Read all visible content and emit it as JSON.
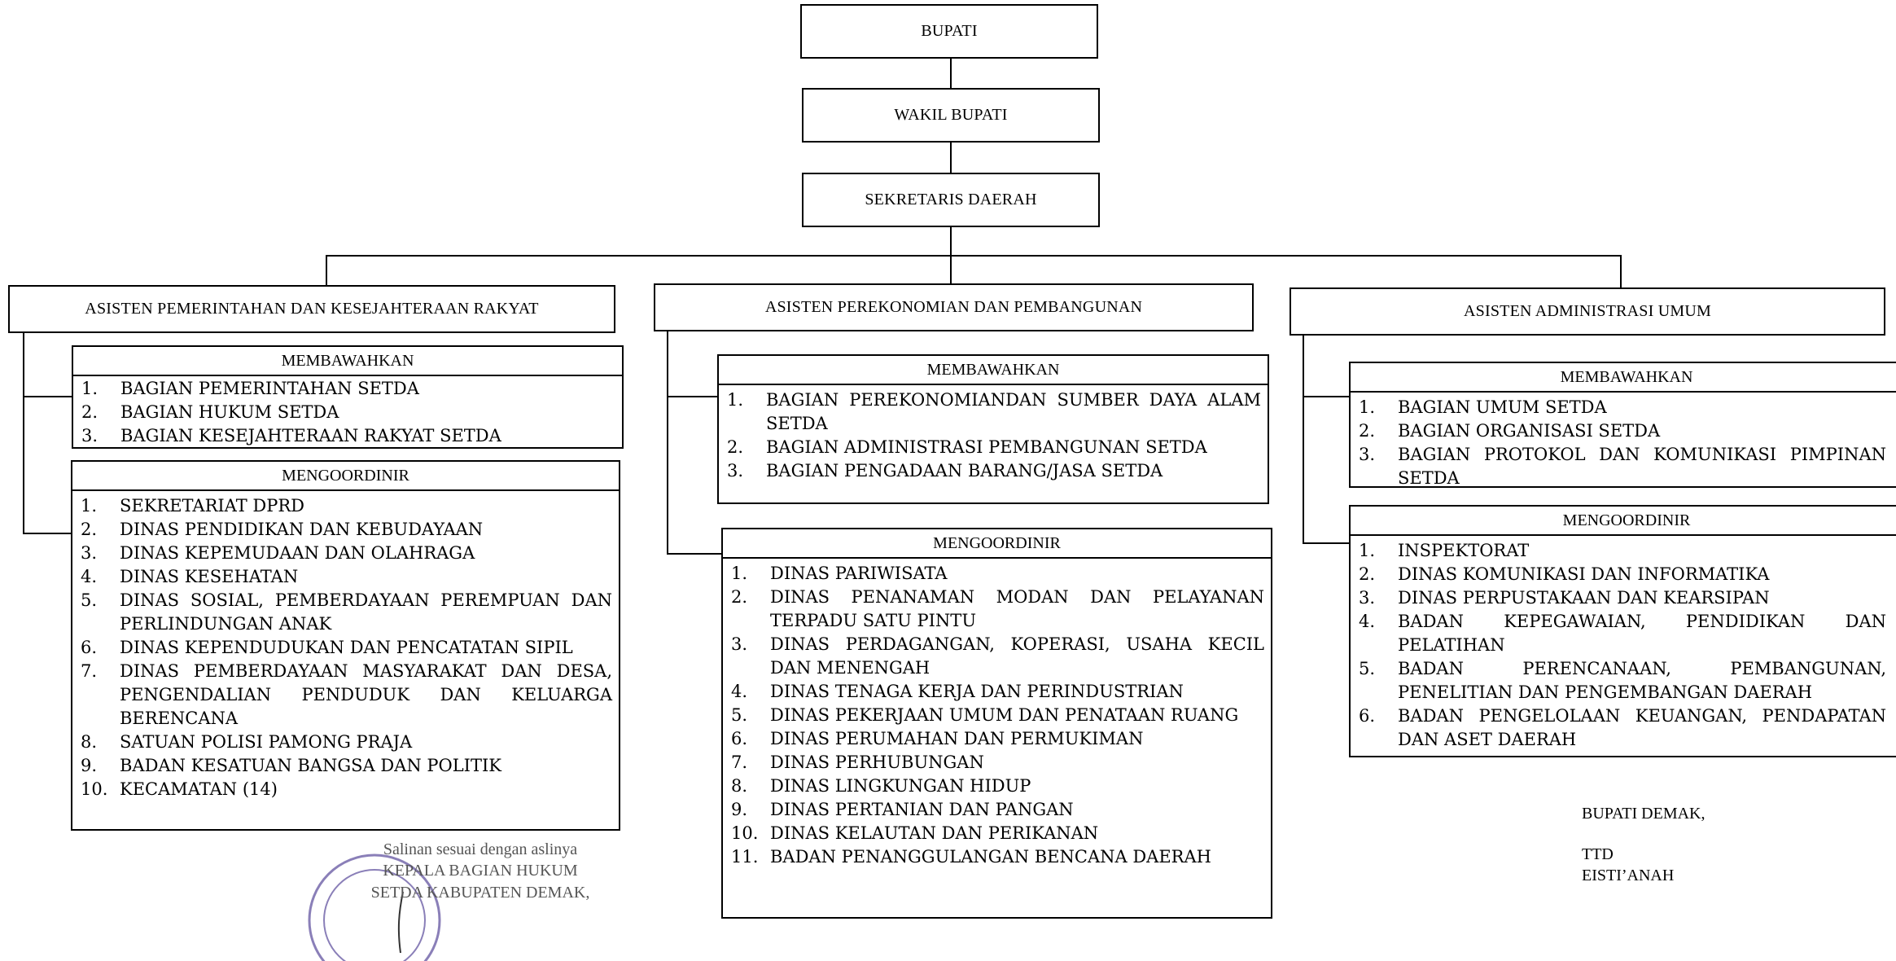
{
  "top": {
    "bupati": "BUPATI",
    "wakil": "WAKIL BUPATI",
    "sekda": "SEKRETARIS DAERAH"
  },
  "columns": [
    {
      "title": "ASISTEN PEMERINTAHAN DAN KESEJAHTERAAN RAKYAT",
      "membawahkan_label": "MEMBAWAHKAN",
      "membawahkan": [
        {
          "n": "1.",
          "t": "BAGIAN PEMERINTAHAN SETDA"
        },
        {
          "n": "2.",
          "t": "BAGIAN HUKUM SETDA"
        },
        {
          "n": "3.",
          "t": "BAGIAN KESEJAHTERAAN RAKYAT SETDA"
        }
      ],
      "mengoordinir_label": "MENGOORDINIR",
      "mengoordinir": [
        {
          "n": "1.",
          "t": "SEKRETARIAT DPRD"
        },
        {
          "n": "2.",
          "t": "DINAS PENDIDIKAN DAN KEBUDAYAAN"
        },
        {
          "n": "3.",
          "t": "DINAS KEPEMUDAAN DAN OLAHRAGA"
        },
        {
          "n": "4.",
          "t": "DINAS KESEHATAN"
        },
        {
          "n": "5.",
          "t": "DINAS SOSIAL, PEMBERDAYAAN PEREMPUAN DAN PERLINDUNGAN ANAK"
        },
        {
          "n": "6.",
          "t": "DINAS KEPENDUDUKAN DAN PENCATATAN SIPIL"
        },
        {
          "n": "7.",
          "t": "DINAS PEMBERDAYAAN MASYARAKAT DAN DESA, PENGENDALIAN PENDUDUK DAN KELUARGA BERENCANA"
        },
        {
          "n": "8.",
          "t": "SATUAN POLISI PAMONG PRAJA"
        },
        {
          "n": "9.",
          "t": "BADAN KESATUAN BANGSA DAN POLITIK"
        },
        {
          "n": "10.",
          "t": "KECAMATAN (14)"
        }
      ]
    },
    {
      "title": "ASISTEN PEREKONOMIAN DAN PEMBANGUNAN",
      "membawahkan_label": "MEMBAWAHKAN",
      "membawahkan": [
        {
          "n": "1.",
          "t": "BAGIAN PEREKONOMIANDAN SUMBER DAYA ALAM SETDA"
        },
        {
          "n": "2.",
          "t": "BAGIAN ADMINISTRASI PEMBANGUNAN SETDA"
        },
        {
          "n": "3.",
          "t": "BAGIAN PENGADAAN BARANG/JASA SETDA"
        }
      ],
      "mengoordinir_label": "MENGOORDINIR",
      "mengoordinir": [
        {
          "n": "1.",
          "t": "DINAS PARIWISATA"
        },
        {
          "n": "2.",
          "t": "DINAS PENANAMAN MODAN DAN PELAYANAN TERPADU SATU PINTU"
        },
        {
          "n": "3.",
          "t": "DINAS PERDAGANGAN, KOPERASI, USAHA KECIL DAN MENENGAH"
        },
        {
          "n": "4.",
          "t": "DINAS TENAGA KERJA DAN PERINDUSTRIAN"
        },
        {
          "n": "5.",
          "t": "DINAS PEKERJAAN UMUM DAN PENATAAN RUANG"
        },
        {
          "n": "6.",
          "t": "DINAS PERUMAHAN DAN PERMUKIMAN"
        },
        {
          "n": "7.",
          "t": "DINAS PERHUBUNGAN"
        },
        {
          "n": "8.",
          "t": "DINAS LINGKUNGAN HIDUP"
        },
        {
          "n": "9.",
          "t": "DINAS PERTANIAN DAN PANGAN"
        },
        {
          "n": "10.",
          "t": "DINAS KELAUTAN DAN PERIKANAN"
        },
        {
          "n": "11.",
          "t": "BADAN PENANGGULANGAN BENCANA DAERAH"
        }
      ]
    },
    {
      "title": "ASISTEN ADMINISTRASI UMUM",
      "membawahkan_label": "MEMBAWAHKAN",
      "membawahkan": [
        {
          "n": "1.",
          "t": "BAGIAN UMUM SETDA"
        },
        {
          "n": "2.",
          "t": "BAGIAN ORGANISASI SETDA"
        },
        {
          "n": "3.",
          "t": "BAGIAN PROTOKOL DAN KOMUNIKASI PIMPINAN SETDA"
        }
      ],
      "mengoordinir_label": "MENGOORDINIR",
      "mengoordinir": [
        {
          "n": "1.",
          "t": "INSPEKTORAT"
        },
        {
          "n": "2.",
          "t": "DINAS KOMUNIKASI DAN INFORMATIKA"
        },
        {
          "n": "3.",
          "t": "DINAS PERPUSTAKAAN DAN KEARSIPAN"
        },
        {
          "n": "4.",
          "t": "BADAN KEPEGAWAIAN, PENDIDIKAN DAN PELATIHAN"
        },
        {
          "n": "5.",
          "t": "BADAN PERENCANAAN, PEMBANGUNAN, PENELITIAN DAN PENGEMBANGAN DAERAH"
        },
        {
          "n": "6.",
          "t": "BADAN PENGELOLAAN KEUANGAN, PENDAPATAN DAN ASET DAERAH"
        }
      ]
    }
  ],
  "stamp": {
    "line1": "Salinan sesuai dengan aslinya",
    "line2": "KEPALA BAGIAN HUKUM",
    "line3": "SETDA KABUPATEN DEMAK,"
  },
  "signature": {
    "office": "BUPATI DEMAK,",
    "ttd": "TTD",
    "name": "EISTI’ANAH"
  },
  "colors": {
    "line": "#000000",
    "stamp": "#8a7fb8"
  }
}
